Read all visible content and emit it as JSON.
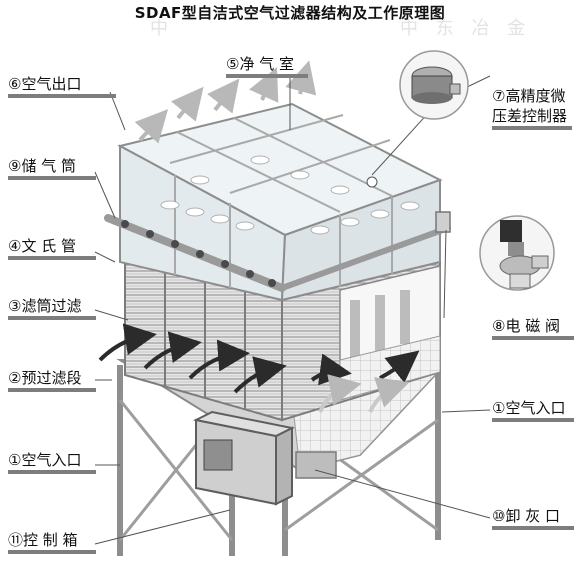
{
  "title": "SDAF型自洁式空气过滤器结构及工作原理图",
  "watermark": {
    "left": "中",
    "right": "中 东 冶 金"
  },
  "labels": {
    "air_outlet": "⑥空气出口",
    "clean_room": "⑤净 气 室",
    "pressure_line1": "⑦高精度微",
    "pressure_line2": "压差控制器",
    "air_tank": "⑨储 气 筒",
    "venturi": "④文 氏 管",
    "filter_cartridge": "③滤筒过滤",
    "pre_filter": "②预过滤段",
    "solenoid_valve": "⑧电 磁 阀",
    "air_inlet_left": "①空气入口",
    "air_inlet_right": "①空气入口",
    "control_box": "⑪控 制 箱",
    "ash_discharge": "⑩卸 灰 口"
  },
  "colors": {
    "label_underline": "#7d7d7d",
    "arrow": "#2b2b2b",
    "structure": "#8a8a8a",
    "glass": "#dfe6ea"
  }
}
